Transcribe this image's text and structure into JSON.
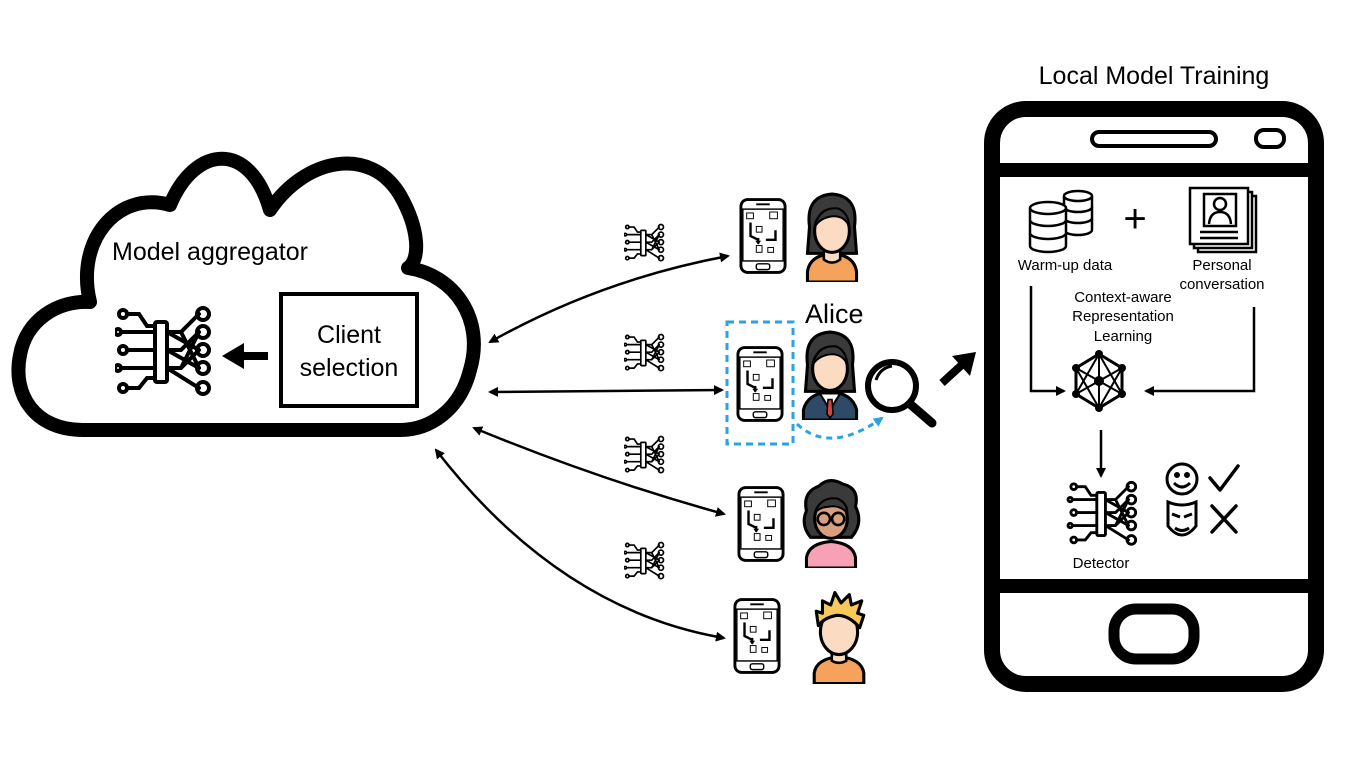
{
  "cloud": {
    "title": "Model aggregator",
    "selection_line1": "Client",
    "selection_line2": "selection"
  },
  "clients": {
    "highlighted_name": "Alice"
  },
  "local": {
    "title": "Local Model Training",
    "warmup_label": "Warm-up data",
    "plus_sign": "+",
    "personal_line1": "Personal",
    "personal_line2": "conversation",
    "context_line1": "Context-aware",
    "context_line2": "Representation",
    "context_line3": "Learning",
    "detector_label": "Detector"
  },
  "colors": {
    "highlight": "#29a3e3",
    "skin": "#fbdcc3",
    "hair_dark": "#3a3a3a",
    "shirt_orange": "#f5a25d",
    "shirt_pink": "#f7a1b5",
    "hair_blond": "#f7c95a",
    "skin_tan": "#d8a07f"
  }
}
